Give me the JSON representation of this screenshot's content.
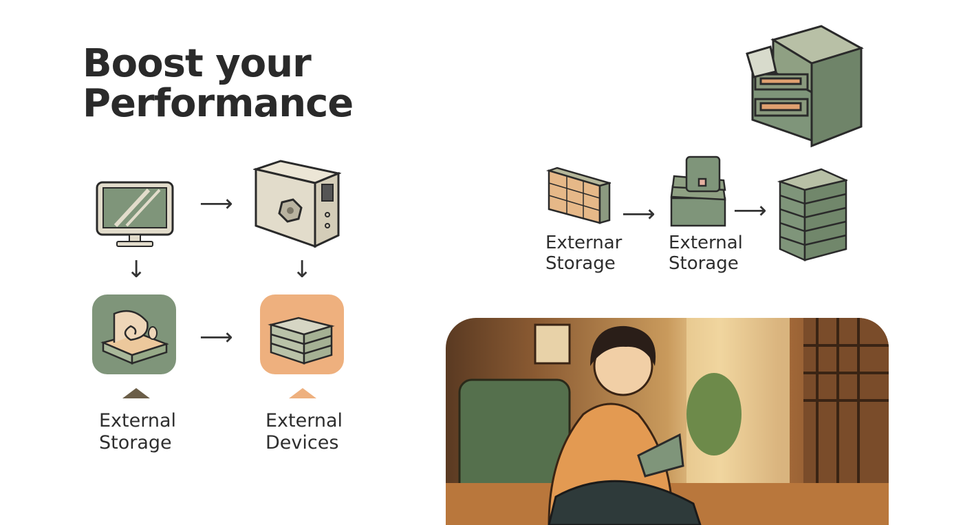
{
  "title": {
    "line1": "Boost your",
    "line2": "Performance"
  },
  "left_flow": {
    "nodes": [
      {
        "label_line1": "External",
        "label_line2": "Storage",
        "icon": "storage-device-icon",
        "tile_color": "#7f957a",
        "marker_color": "#6b5e48"
      },
      {
        "label_line1": "External",
        "label_line2": "Devices",
        "icon": "server-stack-icon",
        "tile_color": "#eeb07e",
        "marker_color": "#eeb07e"
      }
    ],
    "top_icons": [
      "monitor-icon",
      "pc-tower-icon"
    ]
  },
  "right_flow": {
    "nodes": [
      {
        "label_line1": "Externar",
        "label_line2": "Storage",
        "icon": "storage-panel-icon"
      },
      {
        "label_line1": "External",
        "label_line2": "Storage",
        "icon": "drive-stack-icon"
      },
      {
        "icon": "server-rack-icon"
      }
    ]
  },
  "colors": {
    "sage": "#7f957a",
    "orange": "#eeb07e",
    "beige": "#e2dccb",
    "ink": "#2a2a2a"
  }
}
